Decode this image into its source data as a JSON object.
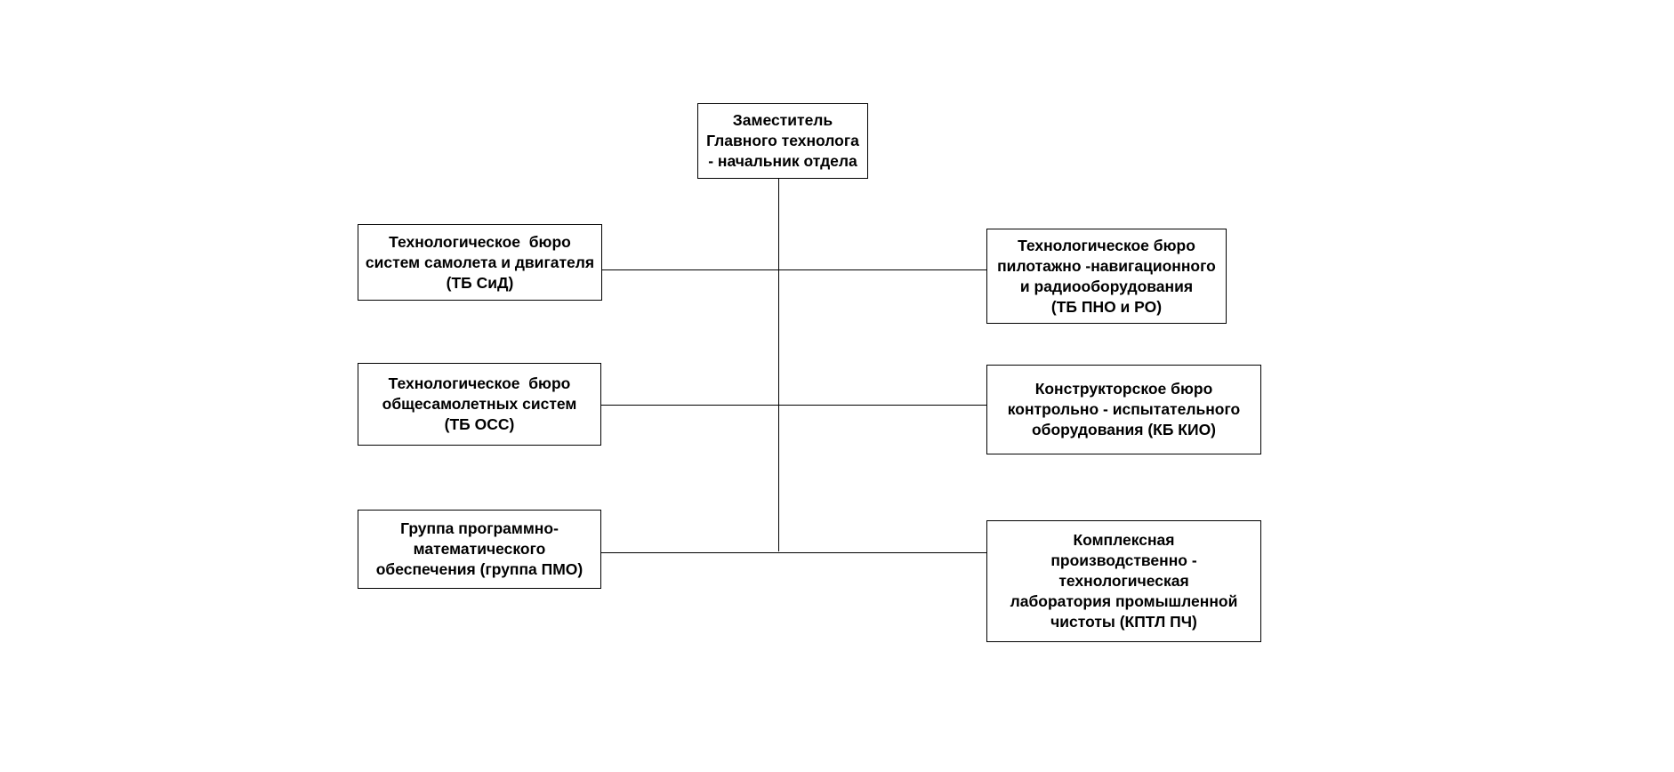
{
  "nodes": {
    "head": {
      "lines": [
        "Заместитель",
        "Главного технолога",
        "- начальник отдела"
      ]
    },
    "tb_sid": {
      "lines": [
        "Технологическое  бюро",
        "систем самолета и двигателя",
        "(ТБ СиД)"
      ]
    },
    "tb_oss": {
      "lines": [
        "Технологическое  бюро",
        "общесамолетных систем",
        "(ТБ ОСС)"
      ]
    },
    "gr_pmo": {
      "lines": [
        "Группа программно-",
        "математического",
        "обеспечения (группа ПМО)"
      ]
    },
    "tb_pno": {
      "lines": [
        "Технологическое бюро",
        "пилотажно -навигационного",
        "и радиооборудования",
        "(ТБ ПНО и РО)"
      ]
    },
    "kb_kio": {
      "lines": [
        "Конструкторское бюро",
        "контрольно - испытательного",
        "оборудования (КБ КИО)"
      ]
    },
    "kptl": {
      "lines": [
        "Комплексная",
        "производственно -",
        "технологическая",
        "лаборатория промышленной",
        "чистоты (КПТЛ ПЧ)"
      ]
    }
  }
}
